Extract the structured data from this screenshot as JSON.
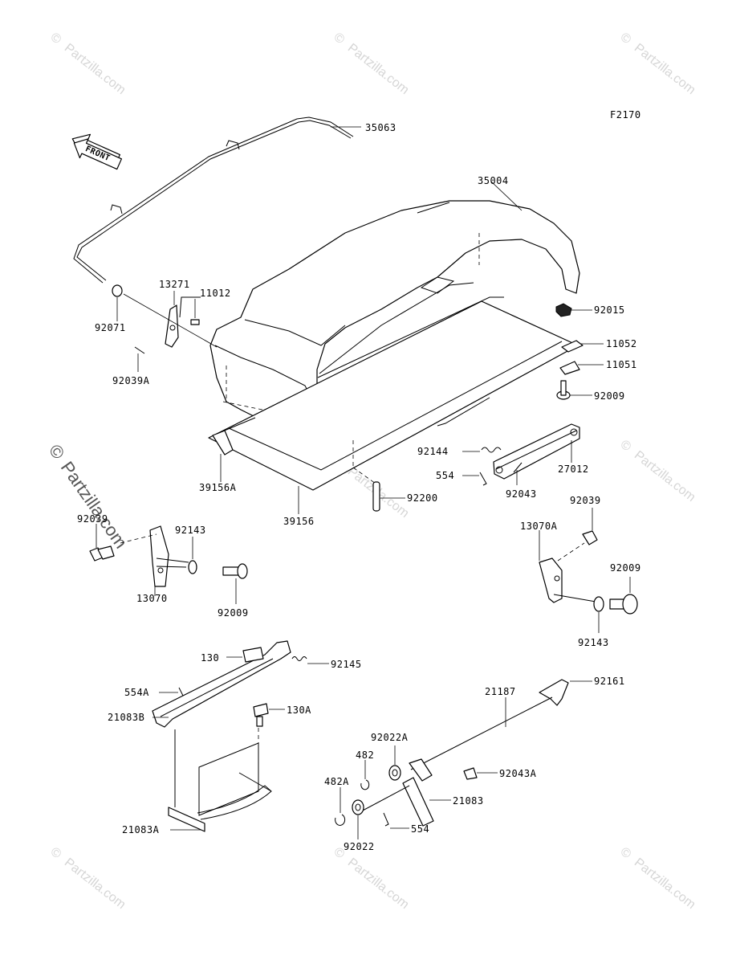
{
  "figure_code": "F2170",
  "front_arrow_label": "FRONT",
  "watermark_text": "Partzilla.com",
  "watermark_symbol": "©",
  "parts": {
    "p35063": "35063",
    "p35004": "35004",
    "p13271": "13271",
    "p11012": "11012",
    "p92071": "92071",
    "p92039A": "92039A",
    "p92015": "92015",
    "p11052": "11052",
    "p11051": "11051",
    "p92009a": "92009",
    "p92144": "92144",
    "p27012": "27012",
    "p554a": "554",
    "p92043": "92043",
    "p39156A": "39156A",
    "p39156": "39156",
    "p92200": "92200",
    "p92039b": "92039",
    "p92143a": "92143",
    "p13070": "13070",
    "p92009b": "92009",
    "p13070A": "13070A",
    "p92039c": "92039",
    "p92009c": "92009",
    "p92143b": "92143",
    "p130": "130",
    "p92145": "92145",
    "p554A": "554A",
    "p21083B": "21083B",
    "p130A": "130A",
    "p21083A": "21083A",
    "p21187": "21187",
    "p92161": "92161",
    "p92022A": "92022A",
    "p482": "482",
    "p482A": "482A",
    "p92043A": "92043A",
    "p21083": "21083",
    "p554b": "554",
    "p92022": "92022"
  }
}
